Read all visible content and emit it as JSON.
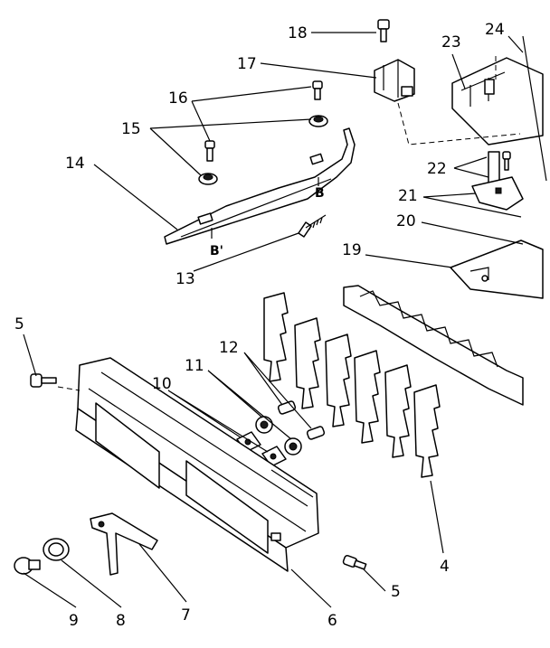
{
  "diagram": {
    "callouts": [
      "18",
      "17",
      "23",
      "24",
      "16",
      "15",
      "14",
      "13",
      "22",
      "21",
      "20",
      "19",
      "5",
      "12",
      "11",
      "10",
      "4",
      "9",
      "8",
      "7",
      "6",
      "5"
    ],
    "section_marks": [
      "B",
      "B'"
    ]
  },
  "colors": {
    "ink": "#000000",
    "paper": "#ffffff"
  }
}
